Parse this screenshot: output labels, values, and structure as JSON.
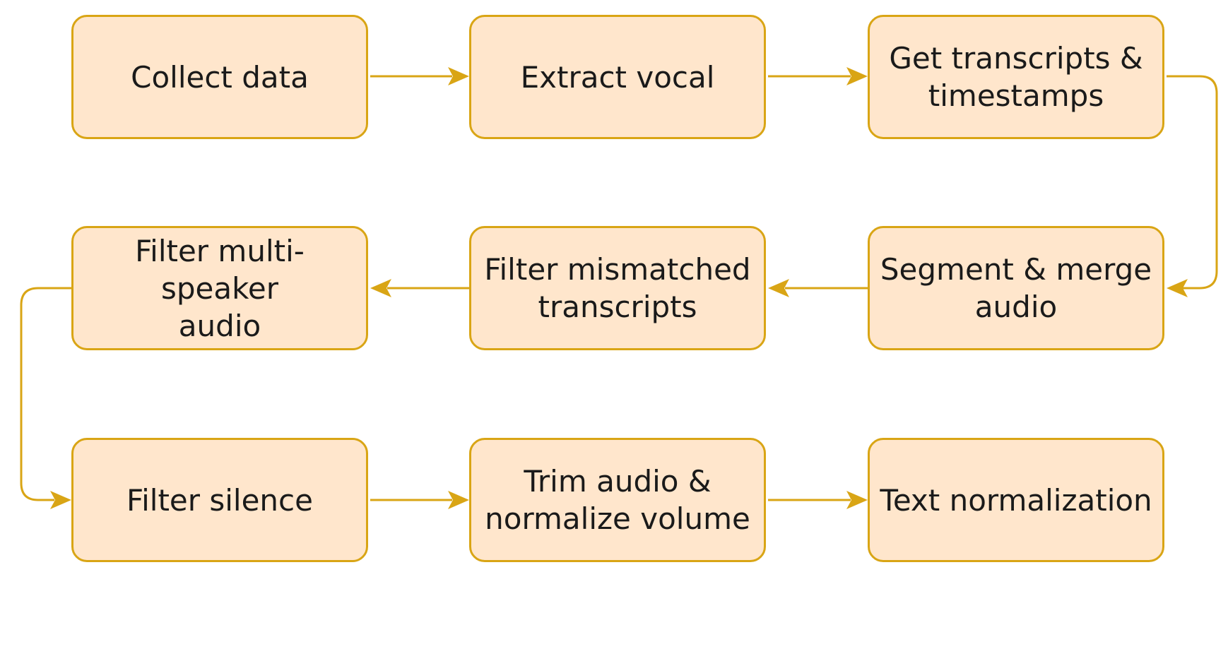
{
  "diagram": {
    "edge_color": "#d9a515",
    "node_fill": "#ffe6cc",
    "node_border": "#d9a515",
    "nodes": [
      {
        "id": "collect-data",
        "label": "Collect data"
      },
      {
        "id": "extract-vocal",
        "label": "Extract vocal"
      },
      {
        "id": "get-transcripts",
        "label": "Get transcripts &\ntimestamps"
      },
      {
        "id": "segment-merge",
        "label": "Segment & merge\naudio"
      },
      {
        "id": "filter-mismatched",
        "label": "Filter mismatched\ntranscripts"
      },
      {
        "id": "filter-multi-speaker",
        "label": "Filter multi-\nspeaker\naudio"
      },
      {
        "id": "filter-silence",
        "label": "Filter silence"
      },
      {
        "id": "trim-normalize",
        "label": "Trim audio &\nnormalize volume"
      },
      {
        "id": "text-normalization",
        "label": "Text normalization"
      }
    ],
    "edges": [
      {
        "from": "collect-data",
        "to": "extract-vocal"
      },
      {
        "from": "extract-vocal",
        "to": "get-transcripts"
      },
      {
        "from": "get-transcripts",
        "to": "segment-merge"
      },
      {
        "from": "segment-merge",
        "to": "filter-mismatched"
      },
      {
        "from": "filter-mismatched",
        "to": "filter-multi-speaker"
      },
      {
        "from": "filter-multi-speaker",
        "to": "filter-silence"
      },
      {
        "from": "filter-silence",
        "to": "trim-normalize"
      },
      {
        "from": "trim-normalize",
        "to": "text-normalization"
      }
    ]
  }
}
